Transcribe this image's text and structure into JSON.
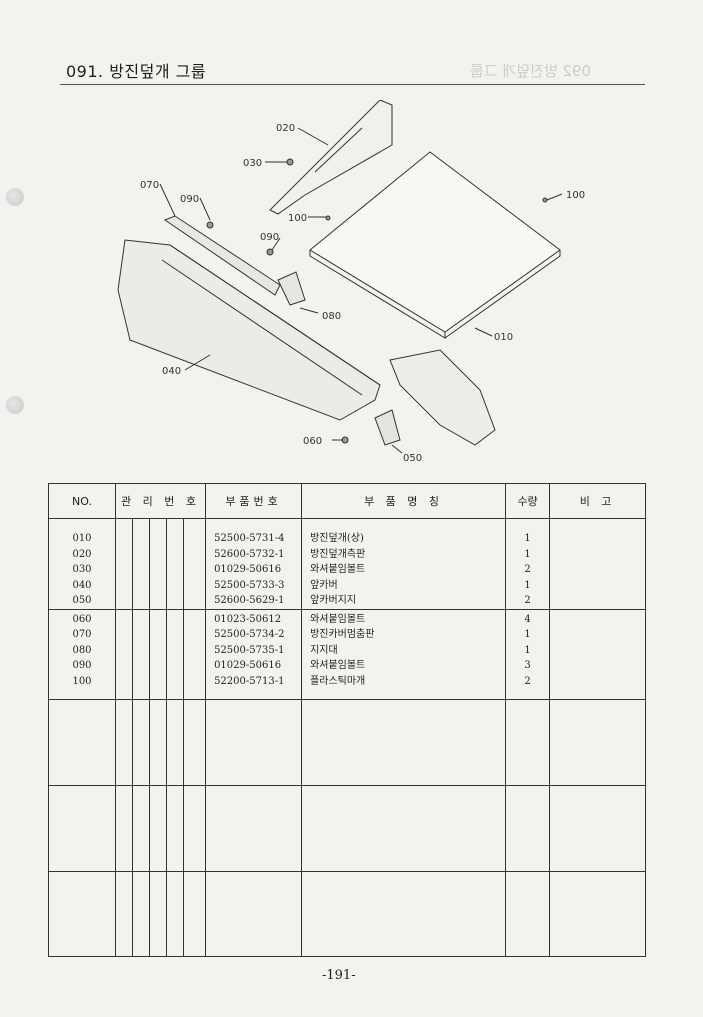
{
  "page_title": "091. 방진덮개 그룹",
  "diagram": {
    "callouts": [
      "020",
      "030",
      "070",
      "090",
      "100",
      "090",
      "100",
      "080",
      "010",
      "040",
      "060",
      "050"
    ]
  },
  "table": {
    "headers": {
      "no": "NO.",
      "mgmt": "관 리 번 호",
      "part_no": "부품번호",
      "name": "부 품 명 칭",
      "qty": "수량",
      "remark": "비 고"
    },
    "rows": [
      {
        "no": "010",
        "part_no": "52500-5731-4",
        "name": "방진덮개(상)",
        "qty": "1"
      },
      {
        "no": "020",
        "part_no": "52600-5732-1",
        "name": "방진덮개측판",
        "qty": "1"
      },
      {
        "no": "030",
        "part_no": "01029-50616",
        "name": "와셔붙임볼트",
        "qty": "2"
      },
      {
        "no": "040",
        "part_no": "52500-5733-3",
        "name": "앞카버",
        "qty": "1"
      },
      {
        "no": "050",
        "part_no": "52600-5629-1",
        "name": "앞카버지지",
        "qty": "2"
      },
      {
        "no": "060",
        "part_no": "01023-50612",
        "name": "와셔붙임볼트",
        "qty": "4"
      },
      {
        "no": "070",
        "part_no": "52500-5734-2",
        "name": "방진카버멈춤판",
        "qty": "1"
      },
      {
        "no": "080",
        "part_no": "52500-5735-1",
        "name": "지지대",
        "qty": "1"
      },
      {
        "no": "090",
        "part_no": "01029-50616",
        "name": "와셔붙임볼트",
        "qty": "3"
      },
      {
        "no": "100",
        "part_no": "52200-5713-1",
        "name": "플라스틱마개",
        "qty": "2"
      }
    ]
  },
  "page_number": "-191-"
}
